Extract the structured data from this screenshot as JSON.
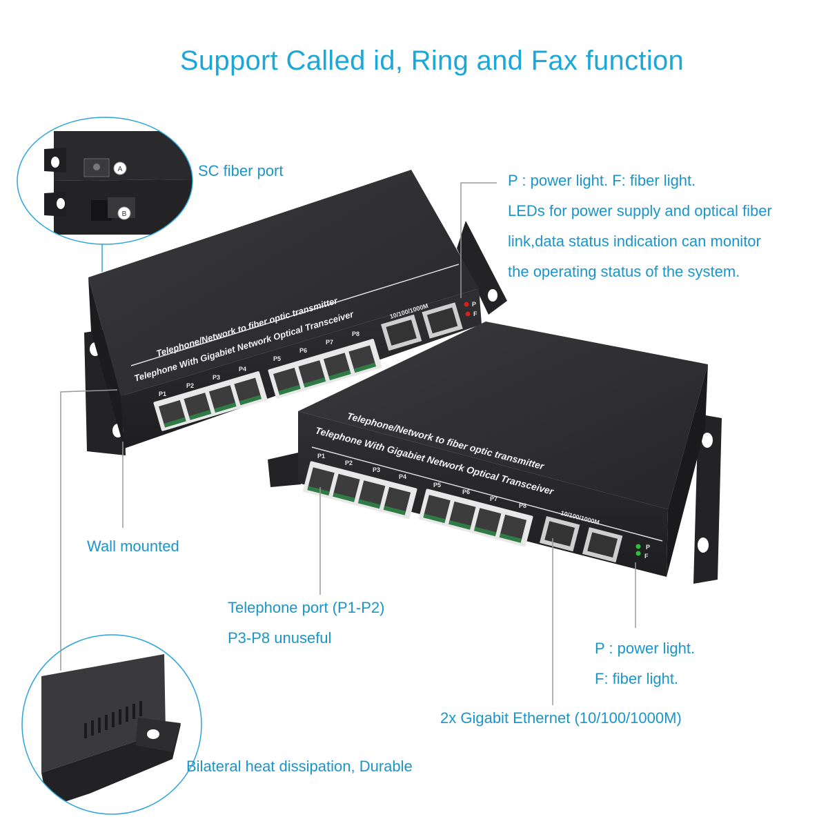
{
  "title": "Support Called id, Ring and Fax function",
  "callouts": {
    "sc_fiber_port": "SC fiber port",
    "wall_mounted": "Wall mounted",
    "bilateral_heat": "Bilateral heat dissipation, Durable",
    "telephone_port": [
      "Telephone port (P1-P2)",
      "P3-P8 unuseful"
    ],
    "led_top": [
      "P : power light. F: fiber light.",
      "LEDs for power supply and optical fiber",
      "link,data status indication can monitor",
      "the operating status of the system."
    ],
    "led_bottom": [
      "P : power light.",
      "F: fiber light."
    ],
    "gigabit_ethernet": "2x Gigabit Ethernet (10/100/1000M)"
  },
  "device": {
    "line1": "Telephone/Network to fiber optic transmitter",
    "line2": "Telephone With Gigabiet Network Optical Transceiver",
    "port_labels": [
      "P1",
      "P2",
      "P3",
      "P4",
      "P5",
      "P6",
      "P7",
      "P8"
    ],
    "ethernet_speed": "10/100/1000M",
    "led_labels": [
      "P",
      "F"
    ],
    "fiber_markers": [
      "A",
      "B"
    ]
  },
  "colors": {
    "accent": "#1da7d8",
    "device_body": "#2b2b2d",
    "led_red": "#d42020",
    "led_green": "#2fbf3a"
  }
}
